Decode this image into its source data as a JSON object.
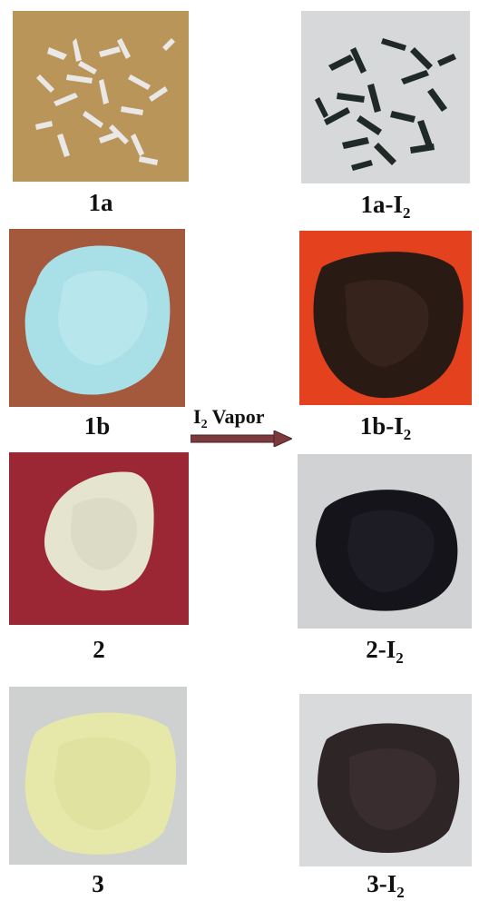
{
  "samples": [
    {
      "main": "1a",
      "sub": "",
      "suffix": ""
    },
    {
      "main": "1a-I",
      "sub": "2",
      "suffix": ""
    },
    {
      "main": "1b",
      "sub": "",
      "suffix": ""
    },
    {
      "main": "1b-I",
      "sub": "2",
      "suffix": ""
    },
    {
      "main": "2",
      "sub": "",
      "suffix": ""
    },
    {
      "main": "2-I",
      "sub": "2",
      "suffix": ""
    },
    {
      "main": "3",
      "sub": "",
      "suffix": ""
    },
    {
      "main": "3-I",
      "sub": "2",
      "suffix": ""
    }
  ],
  "arrow": {
    "prefix": "I",
    "sub": "2",
    "suffix": " Vapor"
  },
  "colors": {
    "bg_1a": "#b9955a",
    "sample_1a": "#eef0f2",
    "bg_1a_i2": "#d6d8d9",
    "sample_1a_i2": "#1f2a26",
    "bg_1b": "#a4593d",
    "sample_1b": "#a9dfe7",
    "bg_1b_i2": "#e4421f",
    "sample_1b_i2": "#2a1a14",
    "bg_2": "#9b2734",
    "sample_2": "#e5e4cf",
    "bg_2_i2": "#d0d2d3",
    "sample_2_i2": "#15141a",
    "bg_3": "#cfd1d1",
    "sample_3": "#e6e8a9",
    "bg_3_i2": "#d8dadb",
    "sample_3_i2": "#2e2526",
    "arrow": "#7c3a3c"
  }
}
